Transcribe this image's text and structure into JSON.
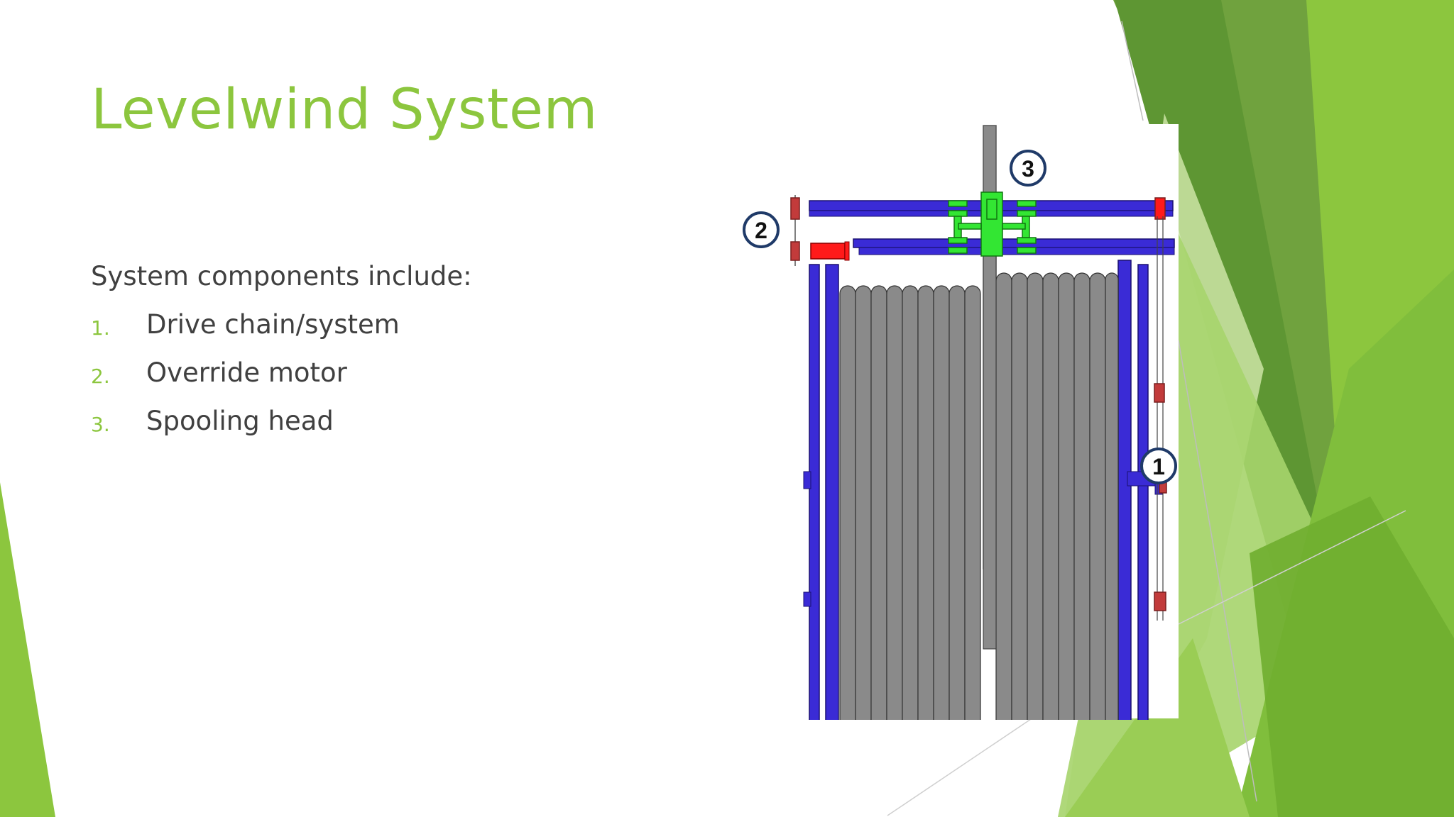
{
  "slide": {
    "title": "Levelwind System",
    "intro": "System components include:",
    "items": [
      {
        "number": "1.",
        "label": "Drive chain/system"
      },
      {
        "number": "2.",
        "label": "Override motor"
      },
      {
        "number": "3.",
        "label": "Spooling head"
      }
    ]
  },
  "diagram": {
    "callouts": [
      "1",
      "2",
      "3"
    ]
  },
  "colors": {
    "accent": "#8cc63e",
    "frame": "#3a2bd6",
    "cable": "#8a8a8a",
    "spooling_head": "#33e633",
    "motor": "#ff1a1a",
    "callout_ring": "#1f3a68"
  }
}
